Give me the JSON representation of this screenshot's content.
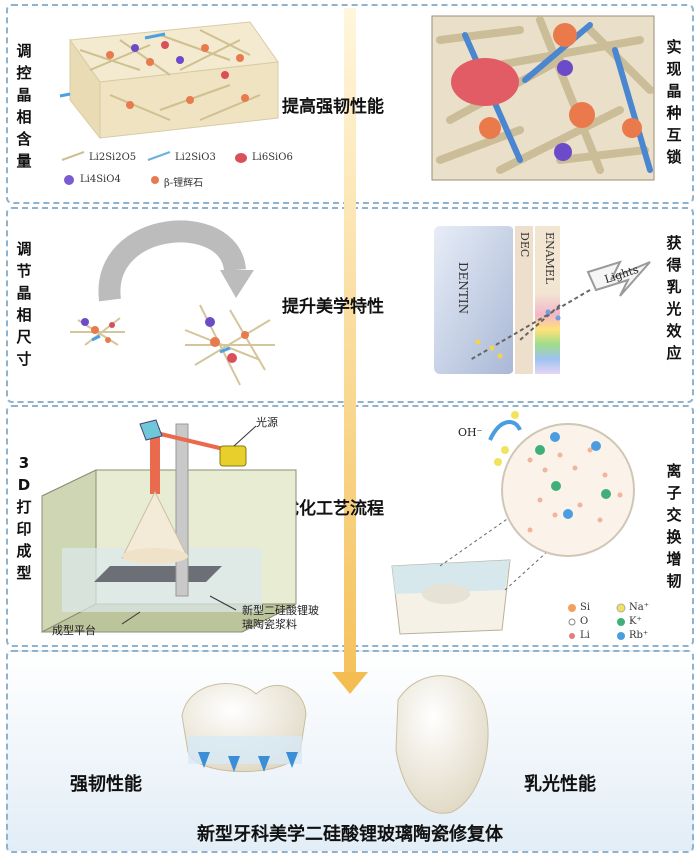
{
  "panel1": {
    "left_title": "调控晶相含量",
    "right_title": "实现晶种互锁",
    "center": "提高强韧性能",
    "legend": [
      "Li2Si2O5",
      "Li2SiO3",
      "Li6SiO6",
      "Li4SiO4",
      "β-锂辉石"
    ]
  },
  "panel2": {
    "left_title": "调节晶相尺寸",
    "right_title": "获得乳光效应",
    "center": "提升美学特性",
    "layers": [
      "DENTIN",
      "DEC",
      "ENAMEL"
    ],
    "lights": "Lights"
  },
  "panel3": {
    "left_title": "3D打印成型",
    "right_title": "离子交换增韧",
    "center": "优化工艺流程",
    "light_source": "光源",
    "platform": "成型平台",
    "slurry": "新型二硅酸锂玻璃陶瓷浆料",
    "oh_label": "OH⁻",
    "ion_legend": [
      "Si",
      "Na⁺",
      "O",
      "K⁺",
      "Li",
      "Rb⁺"
    ]
  },
  "panel4": {
    "left_label": "强韧性能",
    "right_label": "乳光性能",
    "title": "新型牙科美学二硅酸锂玻璃陶瓷修复体"
  }
}
